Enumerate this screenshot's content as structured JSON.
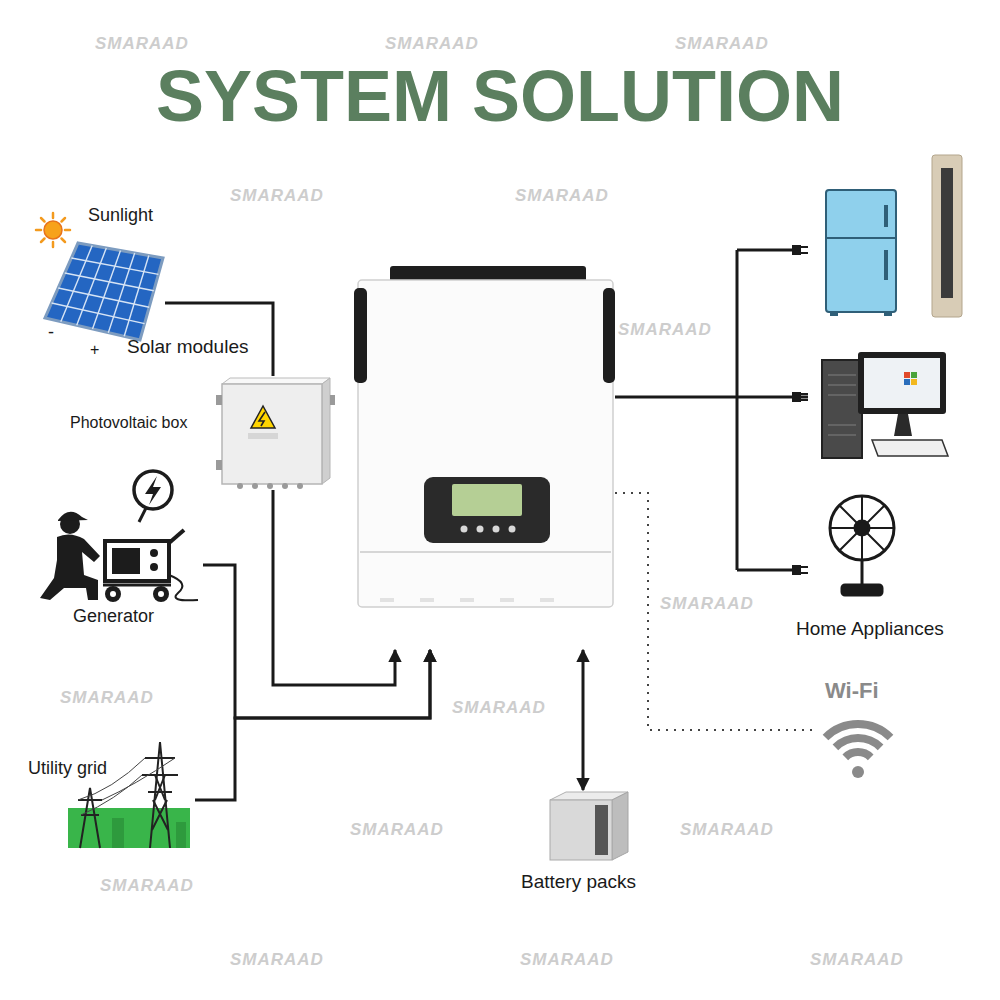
{
  "diagram": {
    "title": "SYSTEM SOLUTION",
    "nodes": [
      {
        "text": [
          "Solar modules"
        ]
      },
      {
        "text": [
          "Photovoltaic box"
        ]
      },
      {
        "text": [
          "Generator"
        ]
      },
      {
        "text": [
          "Utility grid"
        ]
      },
      {
        "text": []
      },
      {
        "text": [
          "Home Appliances"
        ]
      },
      {
        "text": [
          "Battery packs"
        ]
      },
      {
        "text": [
          "Wi-Fi"
        ]
      }
    ],
    "edges": [
      {
        "from": 0,
        "to": 1,
        "arrow": "none"
      },
      {
        "from": 1,
        "to": 4,
        "arrow": "to"
      },
      {
        "from": 2,
        "to": 4,
        "arrow": "to"
      },
      {
        "from": 3,
        "to": 4,
        "arrow": "to"
      },
      {
        "from": 4,
        "to": 5,
        "arrow": "none"
      },
      {
        "from": 4,
        "to": 6,
        "arrow": "both"
      },
      {
        "from": 4,
        "to": 7,
        "arrow": "none"
      }
    ],
    "labels": [
      "Sunlight",
      "-",
      "+",
      "SMARAAD",
      "SMARAAD",
      "SMARAAD",
      "SMARAAD",
      "SMARAAD",
      "SMARAAD",
      "SMARAAD",
      "SMARAAD",
      "SMARAAD",
      "SMARAAD",
      "SMARAAD",
      "SMARAAD",
      "SMARAAD",
      "SMARAAD",
      "SMARAAD"
    ]
  }
}
